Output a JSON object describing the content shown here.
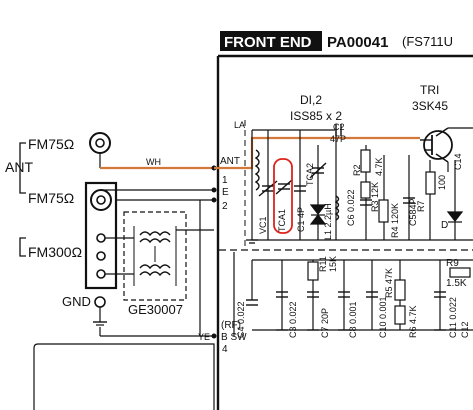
{
  "header": {
    "section_title": "FRONT END",
    "part_number": "PA00041",
    "model_suffix": "(FS711U"
  },
  "antenna": {
    "group_label": "ANT",
    "inputs": [
      {
        "label": "FM75Ω"
      },
      {
        "label": "FM75Ω"
      },
      {
        "label": "FM300Ω"
      }
    ],
    "gnd_label": "GND",
    "balun_label": "GE30007",
    "wire_label": "WH"
  },
  "board_terminals": {
    "ant_label": "ANT",
    "pin_labels": [
      "1",
      "E",
      "2"
    ],
    "rf_labels": [
      "(RF)",
      "B SW"
    ],
    "rf_pin": "4",
    "ye_label": "YE"
  },
  "components": {
    "diode_pair": {
      "ref": "DI,2",
      "part": "ISS85 x 2"
    },
    "transistor": {
      "ref": "TRI",
      "part": "3SK45"
    },
    "coil_la": "LA",
    "c2": {
      "ref": "C2",
      "value": "47P"
    },
    "vc1": "VC1",
    "tca1": "TCA1",
    "c1": "C1 4P",
    "tca2": "TCA2",
    "r2": {
      "ref": "R2",
      "value": "4.7K"
    },
    "r3": {
      "ref": "R3",
      "value": "12K"
    },
    "l1": "L1 2.2µH",
    "c6": {
      "ref": "C6",
      "value": "0.022"
    },
    "r4": {
      "ref": "R4",
      "value": "120K"
    },
    "c5": {
      "ref": "C5",
      "value": "84P"
    },
    "r7": {
      "ref": "R7",
      "value": "100"
    },
    "c14": "C14",
    "d": "D",
    "r11": {
      "ref": "R11",
      "value": "15K"
    },
    "r9": {
      "ref": "R9",
      "value": "1.5K"
    },
    "c4": {
      "ref": "C4",
      "value": "0.022"
    },
    "c3": {
      "ref": "C3",
      "value": "0.022"
    },
    "c7": {
      "ref": "C7",
      "value": "20P"
    },
    "c8": {
      "ref": "C8",
      "value": "0.001"
    },
    "r5": {
      "ref": "R5",
      "value": "47K"
    },
    "r6": {
      "ref": "R6",
      "value": "4.7K"
    },
    "c10": {
      "ref": "C10",
      "value": "0.001"
    },
    "c11": {
      "ref": "C11",
      "value": "0.022"
    },
    "c12": "C12"
  },
  "colors": {
    "ink": "#111111",
    "rf_trace": "#d2783a",
    "highlight": "#d9261c"
  }
}
